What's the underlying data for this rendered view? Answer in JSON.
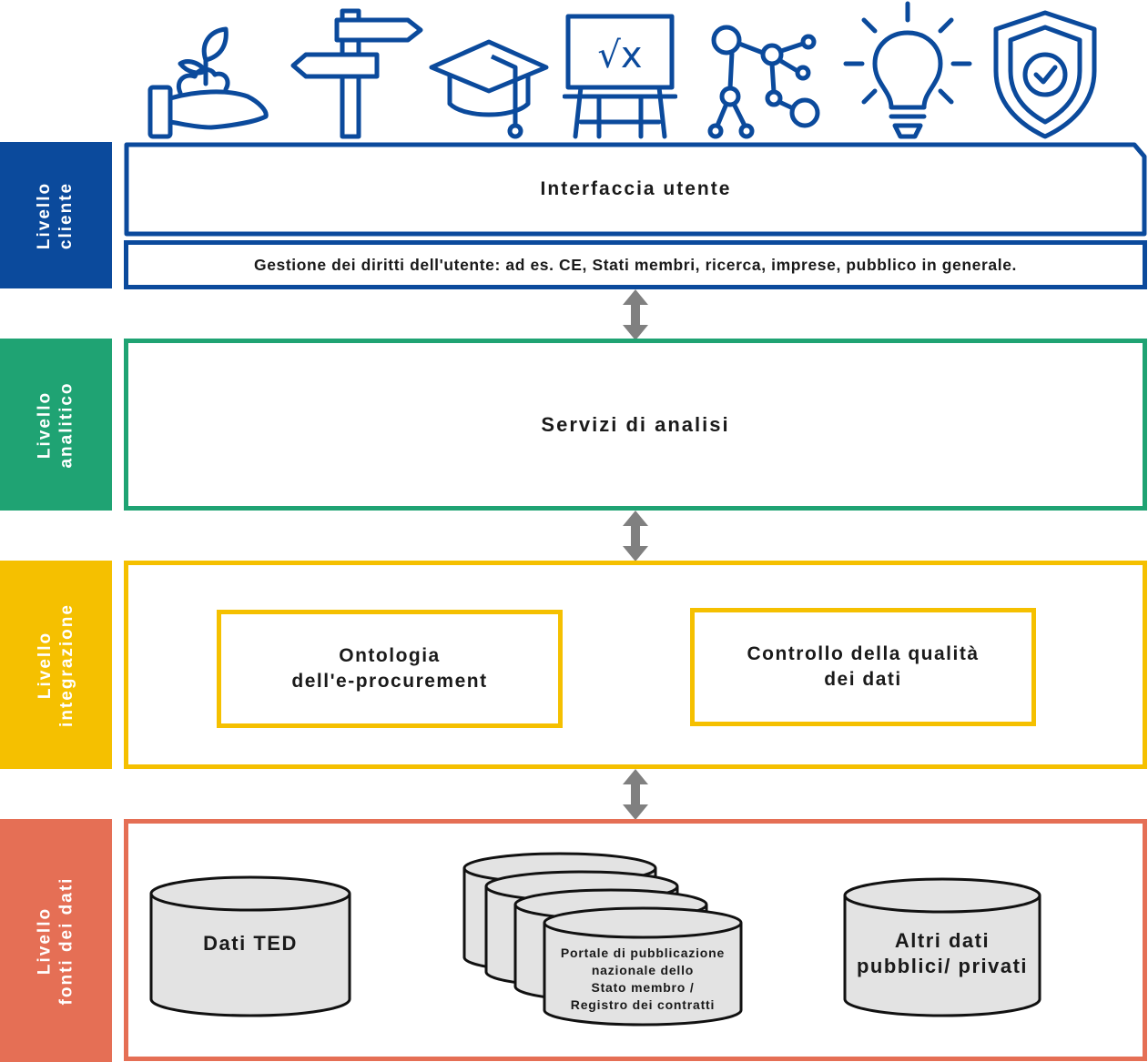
{
  "colors": {
    "client": "#0b4a9c",
    "analytic": "#1fa373",
    "integration": "#f5c000",
    "sources": "#e56f55",
    "arrow": "#808080",
    "db_fill": "#e3e3e3"
  },
  "icons": [
    "plant-in-hand-icon",
    "signpost-icon",
    "graduation-cap-icon",
    "easel-sqrt-x-icon",
    "network-graph-icon",
    "lightbulb-icon",
    "shield-check-icon"
  ],
  "levels": {
    "client": {
      "label_line1": "Livello",
      "label_line2": "cliente"
    },
    "analytic": {
      "label_line1": "Livello",
      "label_line2": "analitico"
    },
    "integration": {
      "label_line1": "Livello",
      "label_line2": "integrazione"
    },
    "sources": {
      "label_line1": "Livello",
      "label_line2": "fonti dei dati"
    }
  },
  "client_layer": {
    "ui_title": "Interfaccia utente",
    "rights_text": "Gestione dei diritti dell'utente: ad es. CE, Stati membri, ricerca, imprese, pubblico in generale."
  },
  "analytic_layer": {
    "title": "Servizi di analisi"
  },
  "integration_layer": {
    "ontology": {
      "line1": "Ontologia",
      "line2": "dell'e-procurement"
    },
    "quality": {
      "line1": "Controllo della qualità",
      "line2": "dei dati"
    }
  },
  "sources_layer": {
    "ted": "Dati TED",
    "national": {
      "line1": "Portale di pubblicazione",
      "line2": "nazionale dello",
      "line3": "Stato membro /",
      "line4": "Registro dei contratti"
    },
    "other": {
      "line1": "Altri dati",
      "line2": "pubblici/ privati"
    }
  }
}
